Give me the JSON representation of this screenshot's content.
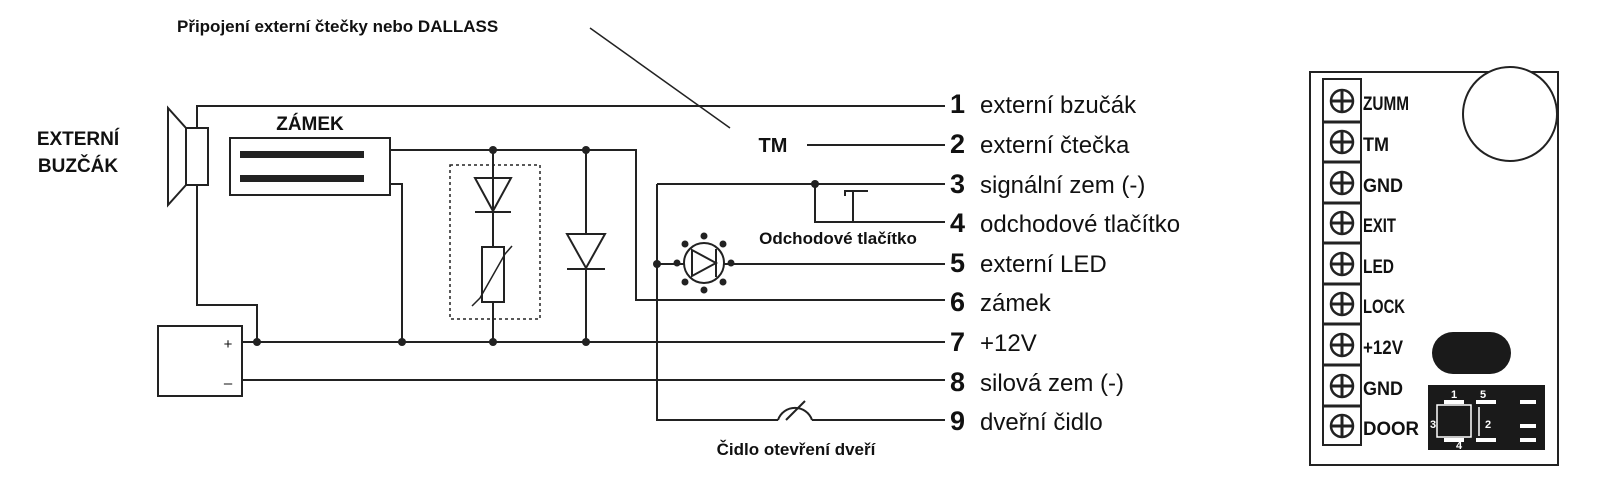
{
  "diagram": {
    "top_note": "Připojení externí čtečky nebo DALLASS",
    "buzzer_label": [
      "EXTERNÍ",
      "BUZČÁK"
    ],
    "lock_label": "ZÁMEK",
    "tm_label": "TM",
    "exit_button_label": "Odchodové tlačítko",
    "door_sensor_label": "Čidlo otevření dveří",
    "psu_plus": "+",
    "psu_minus": "–",
    "terminals": [
      {
        "num": "1",
        "text": "externí bzučák"
      },
      {
        "num": "2",
        "text": "externí čtečka"
      },
      {
        "num": "3",
        "text": "signální zem (-)"
      },
      {
        "num": "4",
        "text": "odchodové tlačítko"
      },
      {
        "num": "5",
        "text": "externí LED"
      },
      {
        "num": "6",
        "text": "zámek"
      },
      {
        "num": "7",
        "text": "+12V"
      },
      {
        "num": "8",
        "text": "silová zem (-)"
      },
      {
        "num": "9",
        "text": "dveřní čidlo"
      }
    ],
    "board": {
      "pins": [
        "ZUMM",
        "TM",
        "GND",
        "EXIT",
        "LED",
        "LOCK",
        "+12V",
        "GND",
        "DOOR"
      ],
      "jumper_numbers": [
        "1",
        "5",
        "2",
        "3",
        "4"
      ]
    }
  }
}
